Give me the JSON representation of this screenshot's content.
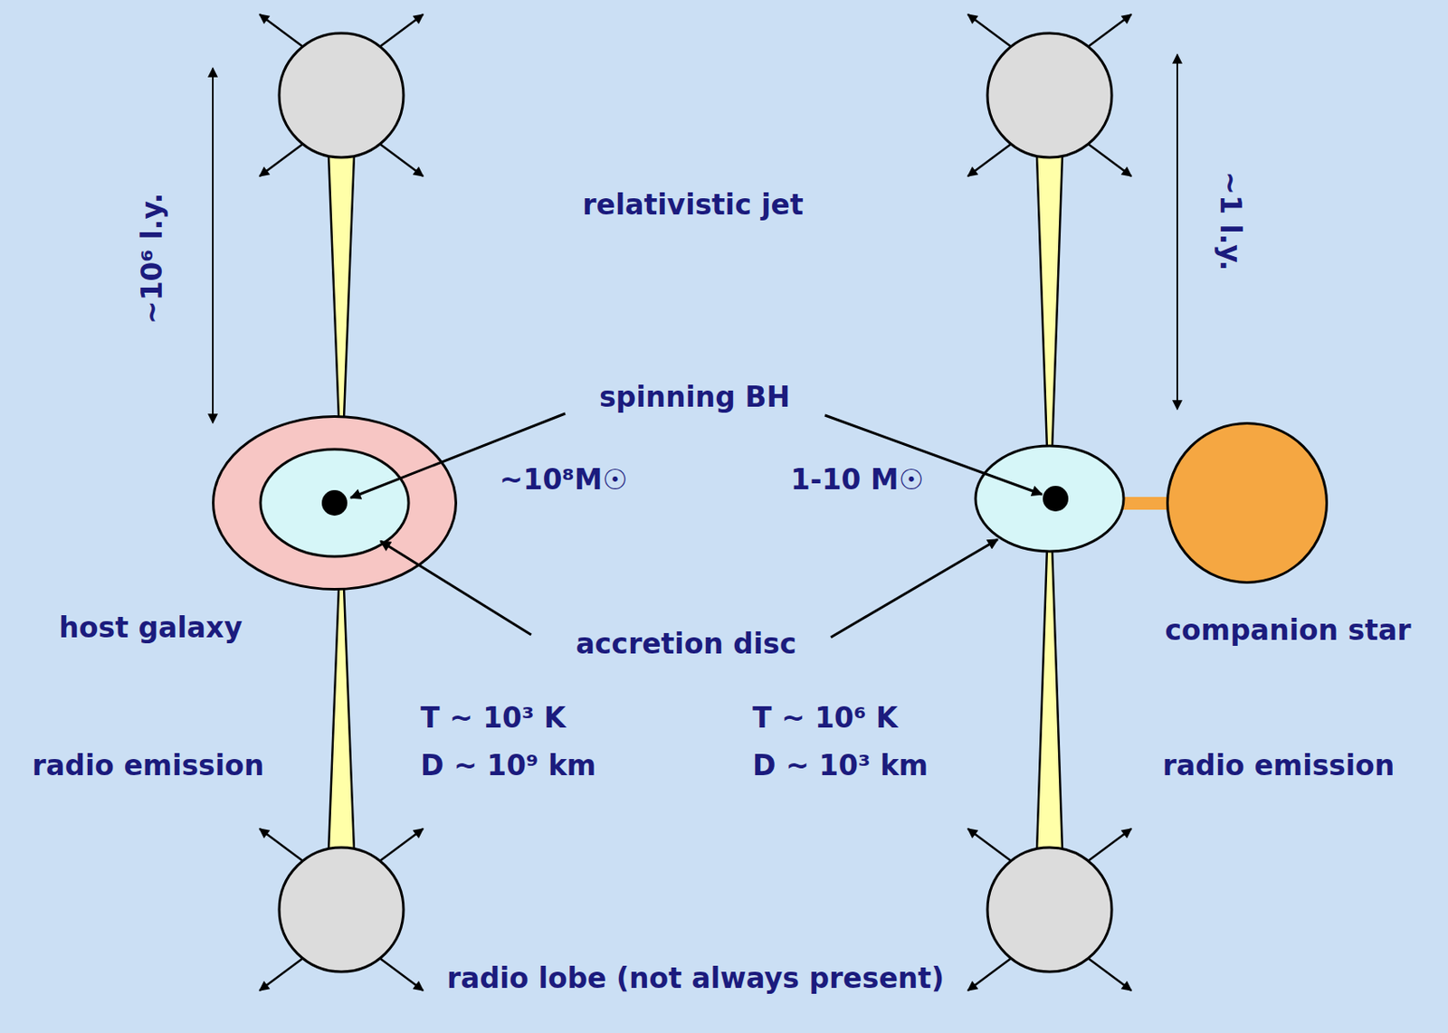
{
  "diagram": {
    "nodes": [
      {
        "text": [
          "host galaxy"
        ]
      },
      {
        "text": [
          "companion star"
        ]
      }
    ],
    "labels": [
      "relativistic jet",
      "~10⁶ l.y.",
      "~1 l.y.",
      "spinning BH",
      "~10⁸M☉",
      "1-10 M☉",
      "accretion disc",
      "T ~ 10³ K",
      "D ~ 10⁹ km",
      "T ~ 10⁶ K",
      "D ~ 10³ km",
      "radio emission",
      "radio emission",
      "radio lobe (not always present)"
    ]
  }
}
